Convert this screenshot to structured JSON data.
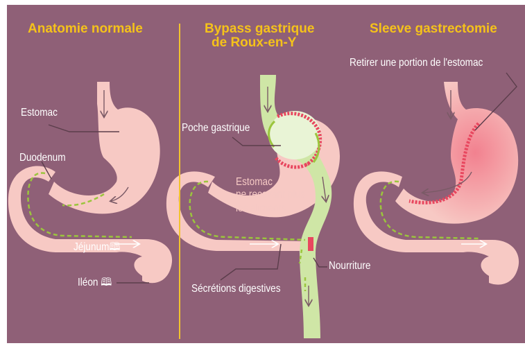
{
  "titles": {
    "normal": "Anatomie normale",
    "bypass_line1": "Bypass gastrique",
    "bypass_line2": "de Roux-en-Y",
    "sleeve": "Sleeve gastrectomie"
  },
  "labels": {
    "estomac": "Estomac",
    "duodenum": "Duodenum",
    "jejunum": "Jéjunum",
    "ileon": "Iléon",
    "poche": "Poche gastrique",
    "estomac_bypass_1": "Estomac",
    "estomac_bypass_2": "ne recevant plus",
    "estomac_bypass_3": "les aliments",
    "nourriture": "Nourriture",
    "secretions": "Sécrétions digestives",
    "retirer": "Retirer une portion de l'estomac"
  },
  "colors": {
    "background": "#8f6077",
    "title": "#f5c21a",
    "organ": "#f7c9c4",
    "staple_line": "#e8475f",
    "food_path": "#cfe6a6",
    "food_dash": "#9bc53d"
  },
  "icons": [
    "book-icon"
  ]
}
